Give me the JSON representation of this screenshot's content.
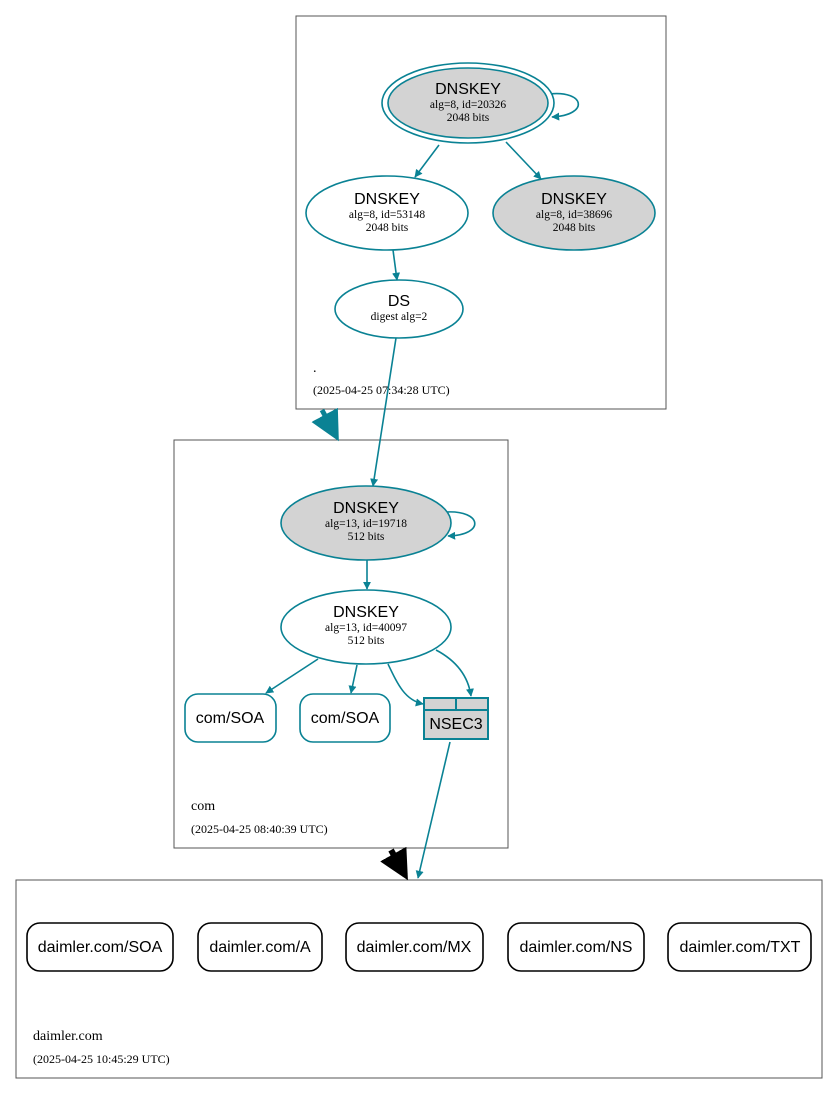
{
  "zones": {
    "root": {
      "name": ".",
      "timestamp": "(2025-04-25 07:34:28 UTC)"
    },
    "com": {
      "name": "com",
      "timestamp": "(2025-04-25 08:40:39 UTC)"
    },
    "daimler": {
      "name": "daimler.com",
      "timestamp": "(2025-04-25 10:45:29 UTC)"
    }
  },
  "nodes": {
    "root_ksk": {
      "title": "DNSKEY",
      "line1": "alg=8, id=20326",
      "line2": "2048 bits"
    },
    "root_zsk": {
      "title": "DNSKEY",
      "line1": "alg=8, id=53148",
      "line2": "2048 bits"
    },
    "root_key3": {
      "title": "DNSKEY",
      "line1": "alg=8, id=38696",
      "line2": "2048 bits"
    },
    "com_ds": {
      "title": "DS",
      "line1": "digest alg=2"
    },
    "com_ksk": {
      "title": "DNSKEY",
      "line1": "alg=13, id=19718",
      "line2": "512 bits"
    },
    "com_zsk": {
      "title": "DNSKEY",
      "line1": "alg=13, id=40097",
      "line2": "512 bits"
    },
    "com_soa1": {
      "label": "com/SOA"
    },
    "com_soa2": {
      "label": "com/SOA"
    },
    "nsec3": {
      "label": "NSEC3"
    }
  },
  "rrsets": [
    {
      "label": "daimler.com/SOA"
    },
    {
      "label": "daimler.com/A"
    },
    {
      "label": "daimler.com/MX"
    },
    {
      "label": "daimler.com/NS"
    },
    {
      "label": "daimler.com/TXT"
    }
  ],
  "colors": {
    "secure_edge": "#0a8294",
    "node_grey": "#d3d3d3",
    "insecure_delegation": "#000000"
  }
}
